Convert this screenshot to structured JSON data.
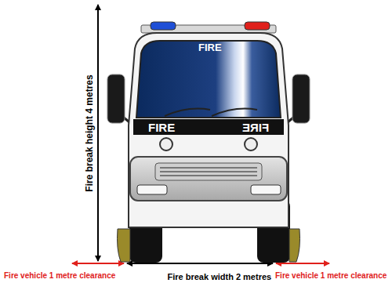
{
  "diagram": {
    "labels": [
      "FIRE",
      "FIRE",
      "FIRE",
      "Fire break height 4 metres",
      "Fire vehicle 1 metre clearance",
      "Fire break width 2 metres",
      "Fire vehicle 1 metre clearance"
    ]
  }
}
